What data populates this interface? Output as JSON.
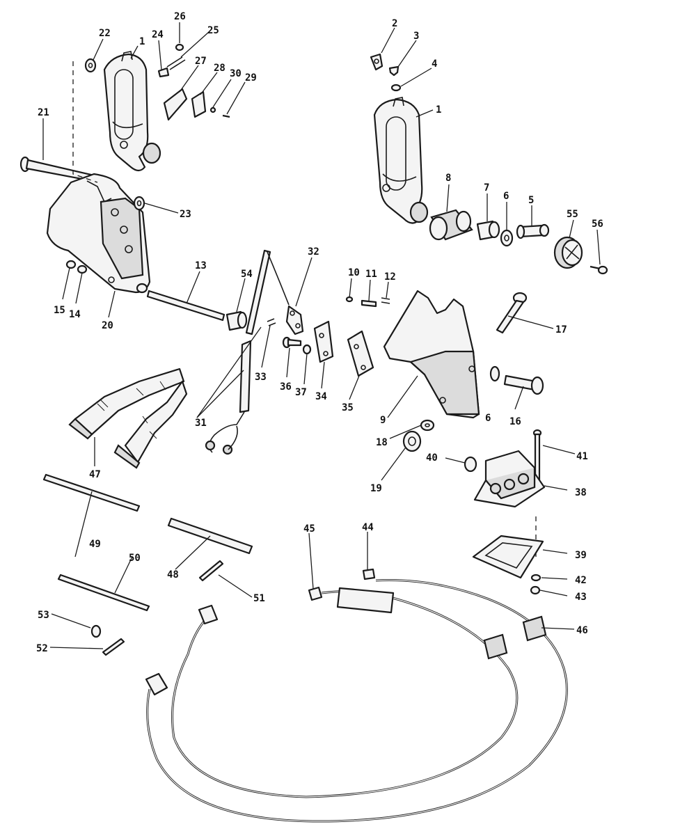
{
  "callouts": [
    {
      "id": "c1a",
      "text": "1"
    },
    {
      "id": "c1b",
      "text": "1"
    },
    {
      "id": "c2",
      "text": "2"
    },
    {
      "id": "c3",
      "text": "3"
    },
    {
      "id": "c4",
      "text": "4"
    },
    {
      "id": "c5",
      "text": "5"
    },
    {
      "id": "c6a",
      "text": "6"
    },
    {
      "id": "c6b",
      "text": "6"
    },
    {
      "id": "c7",
      "text": "7"
    },
    {
      "id": "c8",
      "text": "8"
    },
    {
      "id": "c9",
      "text": "9"
    },
    {
      "id": "c10",
      "text": "10"
    },
    {
      "id": "c11",
      "text": "11"
    },
    {
      "id": "c12",
      "text": "12"
    },
    {
      "id": "c13",
      "text": "13"
    },
    {
      "id": "c14",
      "text": "14"
    },
    {
      "id": "c15",
      "text": "15"
    },
    {
      "id": "c16",
      "text": "16"
    },
    {
      "id": "c17",
      "text": "17"
    },
    {
      "id": "c18",
      "text": "18"
    },
    {
      "id": "c19",
      "text": "19"
    },
    {
      "id": "c20",
      "text": "20"
    },
    {
      "id": "c21",
      "text": "21"
    },
    {
      "id": "c22",
      "text": "22"
    },
    {
      "id": "c23",
      "text": "23"
    },
    {
      "id": "c24",
      "text": "24"
    },
    {
      "id": "c25",
      "text": "25"
    },
    {
      "id": "c26",
      "text": "26"
    },
    {
      "id": "c27",
      "text": "27"
    },
    {
      "id": "c28",
      "text": "28"
    },
    {
      "id": "c29",
      "text": "29"
    },
    {
      "id": "c30",
      "text": "30"
    },
    {
      "id": "c31",
      "text": "31"
    },
    {
      "id": "c32",
      "text": "32"
    },
    {
      "id": "c33",
      "text": "33"
    },
    {
      "id": "c34",
      "text": "34"
    },
    {
      "id": "c35",
      "text": "35"
    },
    {
      "id": "c36",
      "text": "36"
    },
    {
      "id": "c37",
      "text": "37"
    },
    {
      "id": "c38",
      "text": "38"
    },
    {
      "id": "c39",
      "text": "39"
    },
    {
      "id": "c40",
      "text": "40"
    },
    {
      "id": "c41",
      "text": "41"
    },
    {
      "id": "c42",
      "text": "42"
    },
    {
      "id": "c43",
      "text": "43"
    },
    {
      "id": "c44",
      "text": "44"
    },
    {
      "id": "c45",
      "text": "45"
    },
    {
      "id": "c46",
      "text": "46"
    },
    {
      "id": "c47",
      "text": "47"
    },
    {
      "id": "c48",
      "text": "48"
    },
    {
      "id": "c49",
      "text": "49"
    },
    {
      "id": "c50",
      "text": "50"
    },
    {
      "id": "c51",
      "text": "51"
    },
    {
      "id": "c52",
      "text": "52"
    },
    {
      "id": "c53",
      "text": "53"
    },
    {
      "id": "c54",
      "text": "54"
    },
    {
      "id": "c55",
      "text": "55"
    },
    {
      "id": "c56",
      "text": "56"
    }
  ]
}
